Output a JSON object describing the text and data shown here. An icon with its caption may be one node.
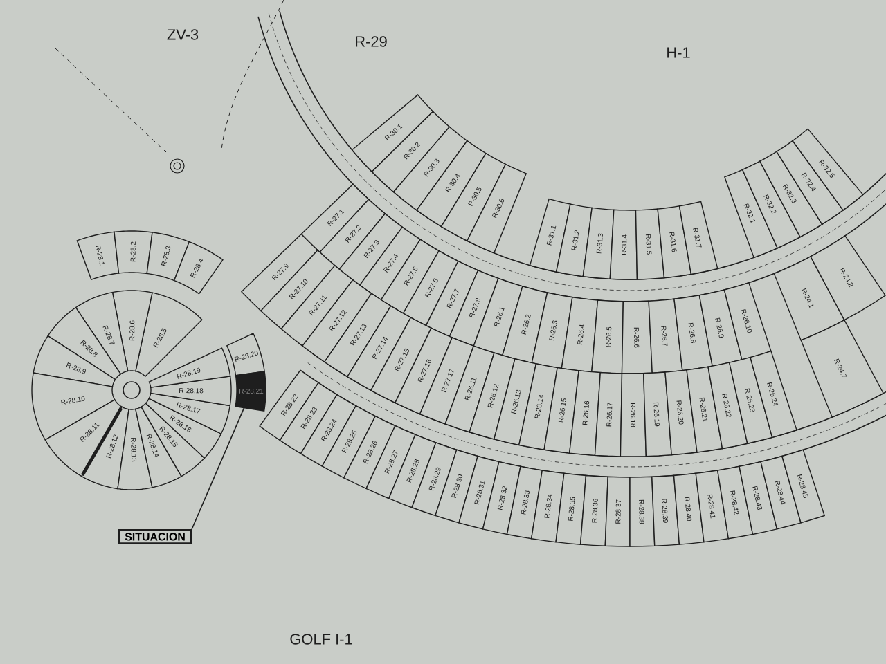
{
  "diagram": {
    "nodes": [
      {
        "text": [
          "R-28.1"
        ]
      },
      {
        "text": [
          "R-28.2"
        ]
      },
      {
        "text": [
          "R-28.3"
        ]
      },
      {
        "text": [
          "R-28.4"
        ]
      },
      {
        "text": [
          "R-28.5"
        ]
      },
      {
        "text": [
          "R-28.6"
        ]
      },
      {
        "text": [
          "R-28.7"
        ]
      },
      {
        "text": [
          "R-28.8"
        ]
      },
      {
        "text": [
          "R-28.9"
        ]
      },
      {
        "text": [
          "R-28.10"
        ]
      },
      {
        "text": [
          "R-28.11"
        ]
      },
      {
        "text": [
          "R-28.12"
        ]
      },
      {
        "text": [
          "R-28.13"
        ]
      },
      {
        "text": [
          "R-28.14"
        ]
      },
      {
        "text": [
          "R-28.15"
        ]
      },
      {
        "text": [
          "R-28.16"
        ]
      },
      {
        "text": [
          "R-28.17"
        ]
      },
      {
        "text": [
          "R-28.18"
        ]
      },
      {
        "text": [
          "R-28.19"
        ]
      },
      {
        "text": [
          "R-28.20"
        ]
      },
      {
        "text": [
          "R-28.21"
        ]
      },
      {
        "text": [
          "R-27.1"
        ]
      },
      {
        "text": [
          "R-27.2"
        ]
      },
      {
        "text": [
          "R-27.3"
        ]
      },
      {
        "text": [
          "R-27.4"
        ]
      },
      {
        "text": [
          "R-27.5"
        ]
      },
      {
        "text": [
          "R-27.6"
        ]
      },
      {
        "text": [
          "R-27.7"
        ]
      },
      {
        "text": [
          "R-27.8"
        ]
      },
      {
        "text": [
          "R-27.9"
        ]
      },
      {
        "text": [
          "R-27.10"
        ]
      },
      {
        "text": [
          "R-27.11"
        ]
      },
      {
        "text": [
          "R-27.12"
        ]
      },
      {
        "text": [
          "R-27.13"
        ]
      },
      {
        "text": [
          "R-27.14"
        ]
      },
      {
        "text": [
          "R-27.15"
        ]
      },
      {
        "text": [
          "R-27.16"
        ]
      },
      {
        "text": [
          "R-27.17"
        ]
      },
      {
        "text": [
          "R-30.1"
        ]
      },
      {
        "text": [
          "R-30.2"
        ]
      },
      {
        "text": [
          "R-30.3"
        ]
      },
      {
        "text": [
          "R-30.4"
        ]
      },
      {
        "text": [
          "R-30.5"
        ]
      },
      {
        "text": [
          "R-30.6"
        ]
      },
      {
        "text": [
          "R-31.1"
        ]
      },
      {
        "text": [
          "R-31.2"
        ]
      },
      {
        "text": [
          "R-31.3"
        ]
      },
      {
        "text": [
          "R-31.4"
        ]
      },
      {
        "text": [
          "R-31.5"
        ]
      },
      {
        "text": [
          "R-31.6"
        ]
      },
      {
        "text": [
          "R-31.7"
        ]
      },
      {
        "text": [
          "R-32.1"
        ]
      },
      {
        "text": [
          "R-32.2"
        ]
      },
      {
        "text": [
          "R-32.3"
        ]
      },
      {
        "text": [
          "R-32.4"
        ]
      },
      {
        "text": [
          "R-32.5"
        ]
      },
      {
        "text": [
          "R-24.1"
        ]
      },
      {
        "text": [
          "R-24.2"
        ]
      },
      {
        "text": [
          "R-24.7"
        ]
      },
      {
        "text": [
          "R-26.1"
        ]
      },
      {
        "text": [
          "R-26.2"
        ]
      },
      {
        "text": [
          "R-26.3"
        ]
      },
      {
        "text": [
          "R-26.4"
        ]
      },
      {
        "text": [
          "R-26.5"
        ]
      },
      {
        "text": [
          "R-26.6"
        ]
      },
      {
        "text": [
          "R-26.7"
        ]
      },
      {
        "text": [
          "R-26.8"
        ]
      },
      {
        "text": [
          "R-26.9"
        ]
      },
      {
        "text": [
          "R-26.10"
        ]
      },
      {
        "text": [
          "R-26.11"
        ]
      },
      {
        "text": [
          "R-26.12"
        ]
      },
      {
        "text": [
          "R-26.13"
        ]
      },
      {
        "text": [
          "R-26.14"
        ]
      },
      {
        "text": [
          "R-26.15"
        ]
      },
      {
        "text": [
          "R-26.16"
        ]
      },
      {
        "text": [
          "R-26.17"
        ]
      },
      {
        "text": [
          "R-26.18"
        ]
      },
      {
        "text": [
          "R-26.19"
        ]
      },
      {
        "text": [
          "R-26.20"
        ]
      },
      {
        "text": [
          "R-26.21"
        ]
      },
      {
        "text": [
          "R-26.22"
        ]
      },
      {
        "text": [
          "R-26.23"
        ]
      },
      {
        "text": [
          "R-26.24"
        ]
      },
      {
        "text": [
          "R-28.22"
        ]
      },
      {
        "text": [
          "R-28.23"
        ]
      },
      {
        "text": [
          "R-28.24"
        ]
      },
      {
        "text": [
          "R-28.25"
        ]
      },
      {
        "text": [
          "R-28.26"
        ]
      },
      {
        "text": [
          "R-28.27"
        ]
      },
      {
        "text": [
          "R-28.28"
        ]
      },
      {
        "text": [
          "R-28.29"
        ]
      },
      {
        "text": [
          "R-28.30"
        ]
      },
      {
        "text": [
          "R-28.31"
        ]
      },
      {
        "text": [
          "R-28.32"
        ]
      },
      {
        "text": [
          "R-28.33"
        ]
      },
      {
        "text": [
          "R-28.34"
        ]
      },
      {
        "text": [
          "R-28.35"
        ]
      },
      {
        "text": [
          "R-28.36"
        ]
      },
      {
        "text": [
          "R-28.37"
        ]
      },
      {
        "text": [
          "R-28.38"
        ]
      },
      {
        "text": [
          "R-28.39"
        ]
      },
      {
        "text": [
          "R-28.40"
        ]
      },
      {
        "text": [
          "R-28.41"
        ]
      },
      {
        "text": [
          "R-28.42"
        ]
      },
      {
        "text": [
          "R-28.43"
        ]
      },
      {
        "text": [
          "R-28.44"
        ]
      },
      {
        "text": [
          "R-28.45"
        ]
      },
      {
        "text": [
          "SITUACION"
        ]
      }
    ],
    "edges": [
      {
        "from": 107,
        "to": 20,
        "arrow": "none"
      }
    ],
    "labels": [
      "ZV-3",
      "R-29",
      "H-1",
      "GOLF I-1"
    ]
  }
}
